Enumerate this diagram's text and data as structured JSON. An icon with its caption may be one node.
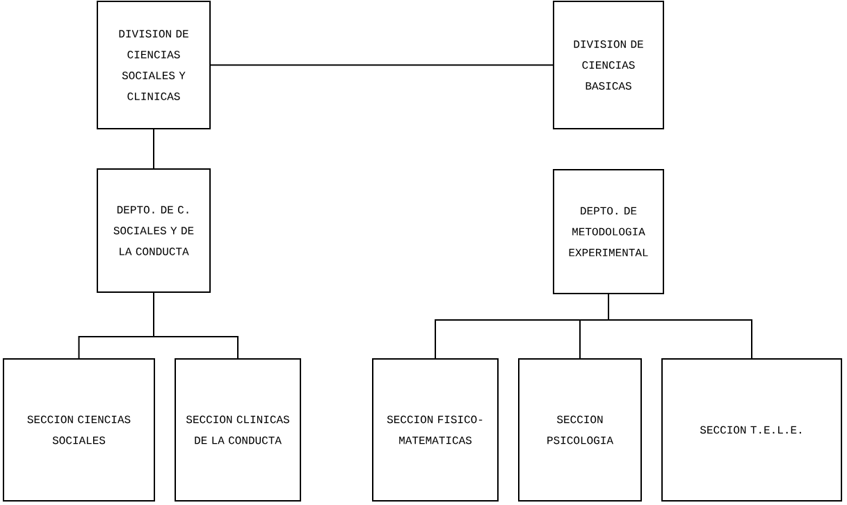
{
  "diagram": {
    "nodes": [
      {
        "text": [
          "DIVISION DE CIENCIAS SOCIALES Y CLINICAS"
        ]
      },
      {
        "text": [
          "DIVISION DE CIENCIAS BASICAS"
        ]
      },
      {
        "text": [
          "DEPTO. DE C. SOCIALES Y DE LA CONDUCTA"
        ]
      },
      {
        "text": [
          "DEPTO. DE METODOLOGIA EXPERIMENTAL"
        ]
      },
      {
        "text": [
          "SECCION CIENCIAS SOCIALES"
        ]
      },
      {
        "text": [
          "SECCION CLINICAS DE LA CONDUCTA"
        ]
      },
      {
        "text": [
          "SECCION FISICO- MATEMATICAS"
        ]
      },
      {
        "text": [
          "SECCION PSICOLOGIA"
        ]
      },
      {
        "text": [
          "SECCION T.E.L.E."
        ]
      }
    ],
    "edges": [
      {
        "from": 0,
        "to": 1,
        "arrow": "none"
      },
      {
        "from": 0,
        "to": 2,
        "arrow": "none"
      },
      {
        "from": 2,
        "to": 4,
        "arrow": "none"
      },
      {
        "from": 2,
        "to": 5,
        "arrow": "none"
      },
      {
        "from": 3,
        "to": 6,
        "arrow": "none"
      },
      {
        "from": 3,
        "to": 7,
        "arrow": "none"
      },
      {
        "from": 3,
        "to": 8,
        "arrow": "none"
      }
    ]
  }
}
